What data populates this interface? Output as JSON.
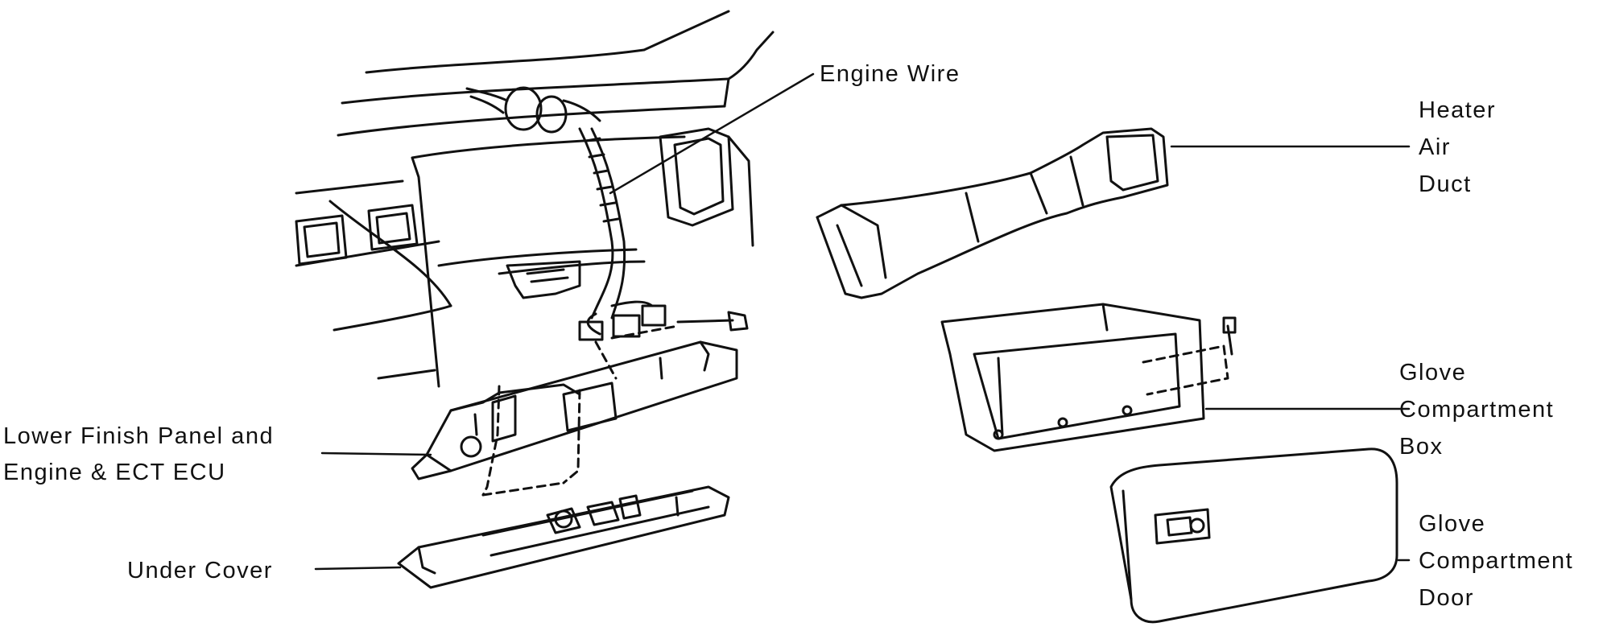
{
  "labels": {
    "engine_wire": "Engine Wire",
    "heater_air_duct": [
      "Heater",
      "Air",
      "Duct"
    ],
    "glove_compartment_box": [
      "Glove",
      "Compartment",
      "Box"
    ],
    "glove_compartment_door": [
      "Glove",
      "Compartment",
      "Door"
    ],
    "lower_finish_panel": [
      "Lower Finish Panel and",
      "Engine & ECT ECU"
    ],
    "under_cover": "Under Cover"
  }
}
